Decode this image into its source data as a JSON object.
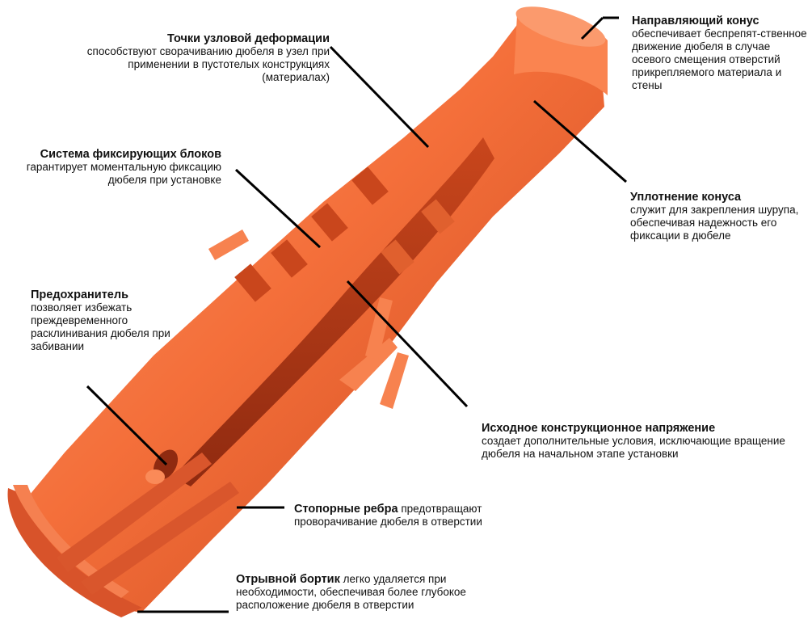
{
  "colors": {
    "plug_main": "#f46f3a",
    "plug_light": "#fa9466",
    "plug_dark": "#c9461c",
    "plug_deep": "#8f2a10",
    "leader": "#000000"
  },
  "annotations": {
    "node_deformation": {
      "title": "Точки узловой деформации",
      "body": "способствуют сворачиванию дюбеля в узел при применении в пустотелых конструкциях (материалах)"
    },
    "guide_cone": {
      "title": "Направляющий конус",
      "body": "обеспечивает беспрепят-ственное движение дюбеля в случае осевого смещения отверстий прикрепляемого материала и стены"
    },
    "locking_blocks": {
      "title": "Система фиксирующих блоков",
      "body": "гарантирует моментальную фиксацию дюбеля при установке"
    },
    "cone_seal": {
      "title": "Уплотнение конуса",
      "body": "служит для закрепления шурупа, обеспечивая надежность его фиксации в дюбеле"
    },
    "safety": {
      "title": "Предохранитель",
      "body": "позволяет избежать преждевременного расклинивания дюбеля при забивании"
    },
    "initial_tension": {
      "title": "Исходное конструкционное напряжение",
      "body": "создает дополнительные условия, исключающие вращение дюбеля на начальном этапе установки"
    },
    "stop_ribs": {
      "title": "Стопорные ребра",
      "body": "предотвращают проворачивание дюбеля в отверстии"
    },
    "breakaway_collar": {
      "title": "Отрывной бортик",
      "body": "легко удаляется при необходимости, обеспечивая более глубокое расположение дюбеля в отверстии"
    }
  }
}
